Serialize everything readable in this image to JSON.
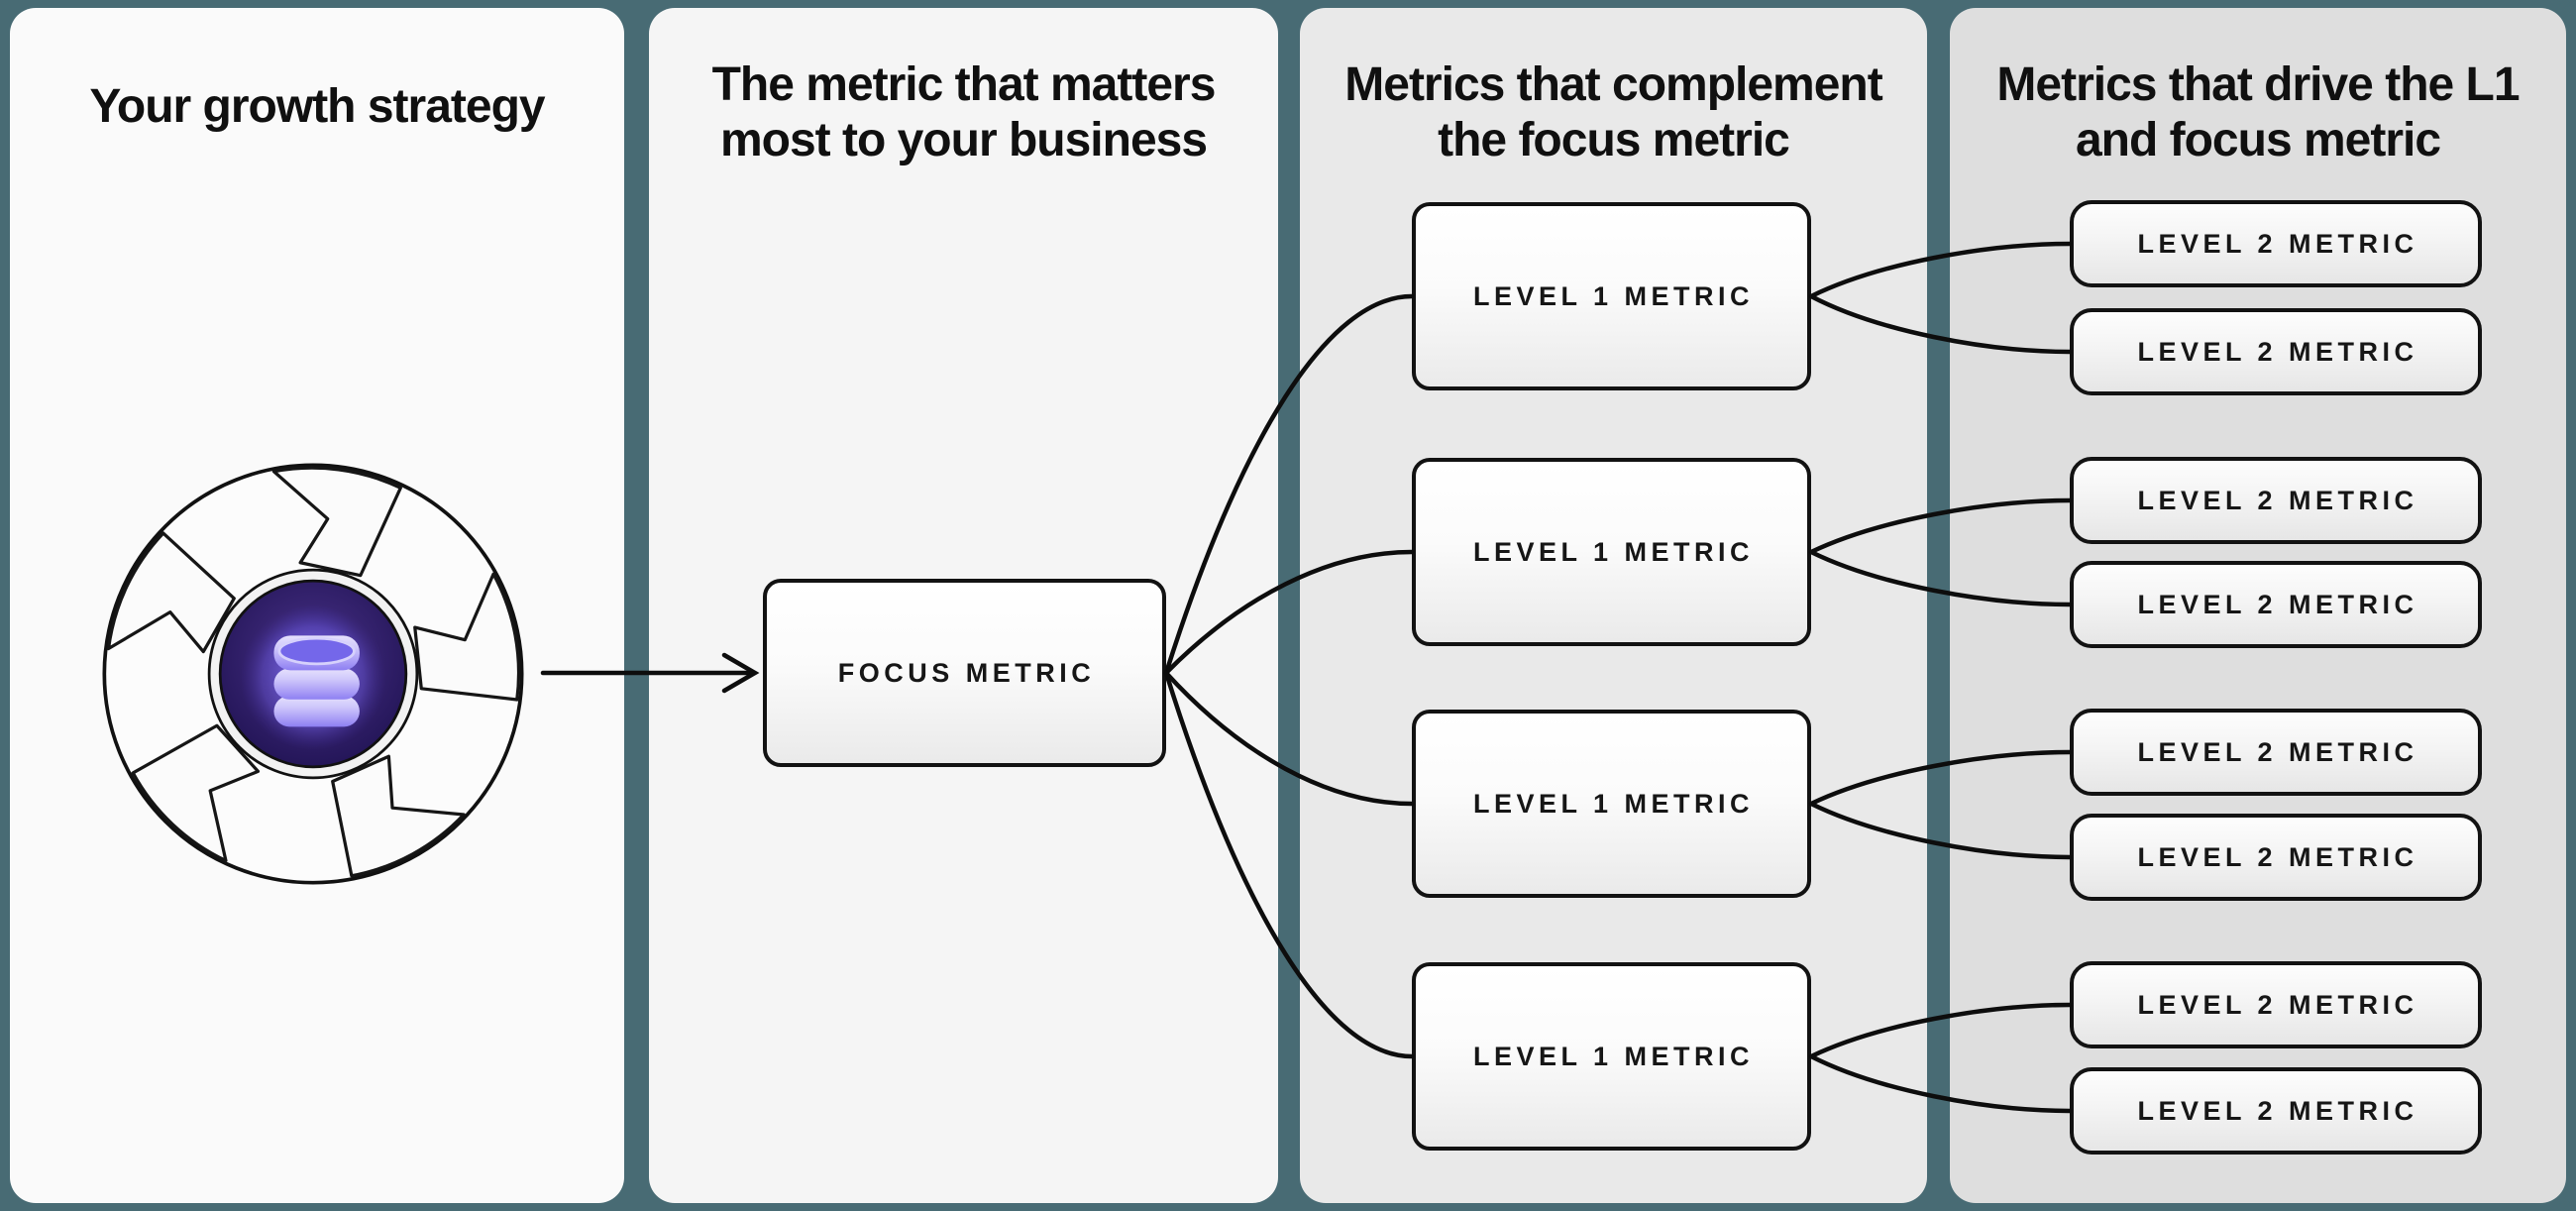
{
  "colors": {
    "background": "#486b74",
    "panel1_bg": "#fafafa",
    "panel2_bg": "#f5f5f5",
    "panel3_bg": "#e9e9e9",
    "panel4_bg": "#dedede",
    "connector": "#0d0d0d",
    "node_border": "#121212",
    "title_text": "#101010",
    "icon_hub_dark": "#1f1252",
    "icon_hub_mid": "#372471",
    "icon_db_light": "#cfc8fb",
    "icon_db_mid": "#9e90f4",
    "icon_db_deep": "#7164e8"
  },
  "panels": [
    {
      "title_lines": [
        "Your growth strategy",
        ""
      ]
    },
    {
      "title_lines": [
        "The metric that matters",
        "most to your business"
      ]
    },
    {
      "title_lines": [
        "Metrics that complement",
        "the focus metric"
      ]
    },
    {
      "title_lines": [
        "Metrics that drive the L1",
        "and focus metric"
      ]
    }
  ],
  "nodes": {
    "focus_label": "FOCUS METRIC",
    "level1_label": "LEVEL 1 METRIC",
    "level2_label": "LEVEL 2 METRIC"
  },
  "icon": {
    "name": "growth-strategy-flywheel",
    "inner_icon": "database"
  }
}
